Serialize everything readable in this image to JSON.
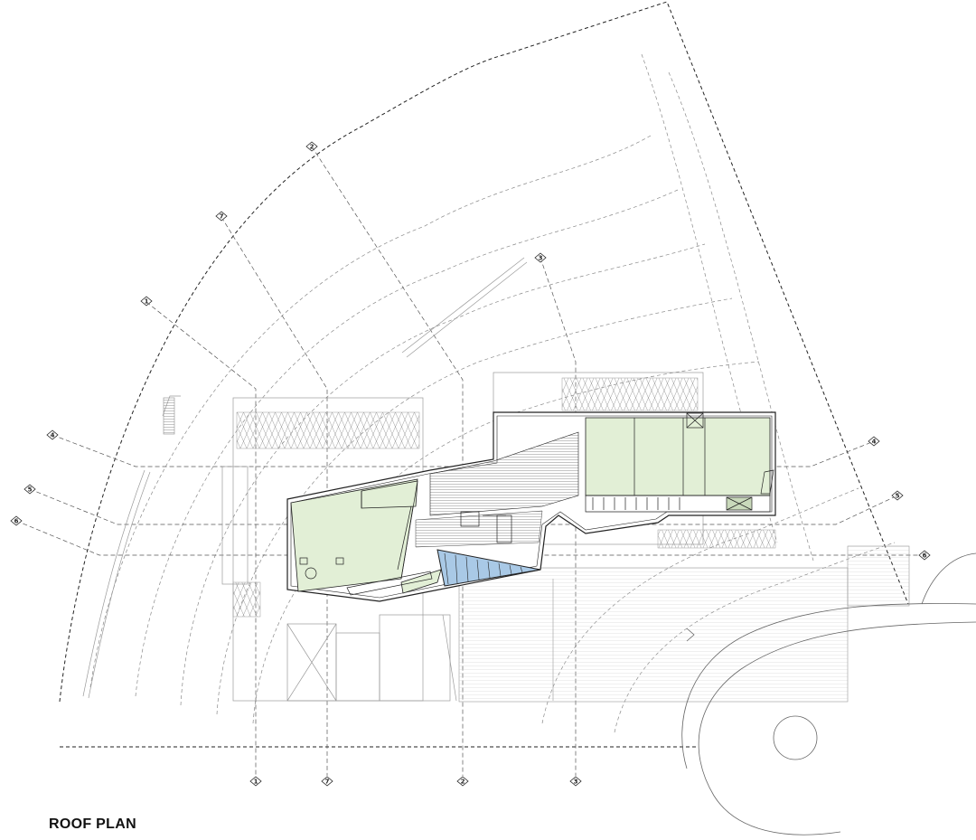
{
  "drawing": {
    "title": "ROOF PLAN",
    "colors": {
      "line": "#222222",
      "context": "#9a9a9a",
      "grid": "#555555",
      "green_roof": "#e2efd6",
      "glazing": "#a9c9e6",
      "hatch": "#c8c8c8"
    },
    "grid_tags": [
      {
        "label": "1",
        "position": "top"
      },
      {
        "label": "7",
        "position": "top"
      },
      {
        "label": "2",
        "position": "top"
      },
      {
        "label": "3",
        "position": "top"
      },
      {
        "label": "4",
        "position": "left"
      },
      {
        "label": "5",
        "position": "left"
      },
      {
        "label": "6",
        "position": "left"
      },
      {
        "label": "4",
        "position": "right"
      },
      {
        "label": "5",
        "position": "right"
      },
      {
        "label": "6",
        "position": "right"
      },
      {
        "label": "1",
        "position": "bottom"
      },
      {
        "label": "7",
        "position": "bottom"
      },
      {
        "label": "2",
        "position": "bottom"
      },
      {
        "label": "3",
        "position": "bottom"
      }
    ]
  }
}
